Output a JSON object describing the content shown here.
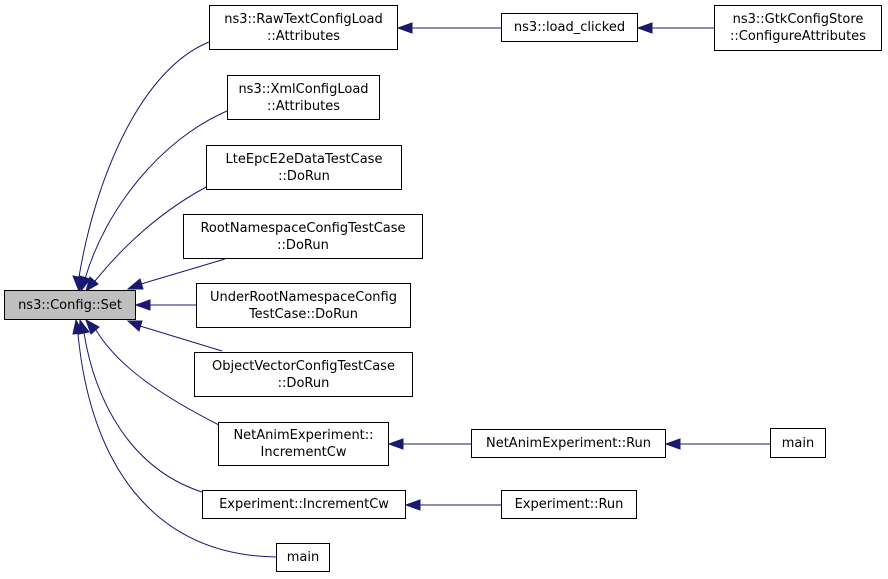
{
  "graph": {
    "edge_color": "#191970",
    "root_fill": "#bfbfbf",
    "node_fill": "#ffffff",
    "root": {
      "lines": [
        "ns3::Config::Set"
      ]
    },
    "nodes": {
      "raw_text_config_load": {
        "lines": [
          "ns3::RawTextConfigLoad",
          "::Attributes"
        ]
      },
      "load_clicked": {
        "lines": [
          "ns3::load_clicked"
        ]
      },
      "gtk_config_store": {
        "lines": [
          "ns3::GtkConfigStore",
          "::ConfigureAttributes"
        ]
      },
      "xml_config_load": {
        "lines": [
          "ns3::XmlConfigLoad",
          "::Attributes"
        ]
      },
      "lte_epc_e2e": {
        "lines": [
          "LteEpcE2eDataTestCase",
          "::DoRun"
        ]
      },
      "root_namespace": {
        "lines": [
          "RootNamespaceConfigTestCase",
          "::DoRun"
        ]
      },
      "under_root_namespace": {
        "lines": [
          "UnderRootNamespaceConfig",
          "TestCase::DoRun"
        ]
      },
      "object_vector": {
        "lines": [
          "ObjectVectorConfigTestCase",
          "::DoRun"
        ]
      },
      "netanim_increment": {
        "lines": [
          "NetAnimExperiment::",
          "IncrementCw"
        ]
      },
      "netanim_run": {
        "lines": [
          "NetAnimExperiment::Run"
        ]
      },
      "main_netanim": {
        "lines": [
          "main"
        ]
      },
      "experiment_increment": {
        "lines": [
          "Experiment::IncrementCw"
        ]
      },
      "experiment_run": {
        "lines": [
          "Experiment::Run"
        ]
      },
      "main_config": {
        "lines": [
          "main"
        ]
      }
    }
  }
}
